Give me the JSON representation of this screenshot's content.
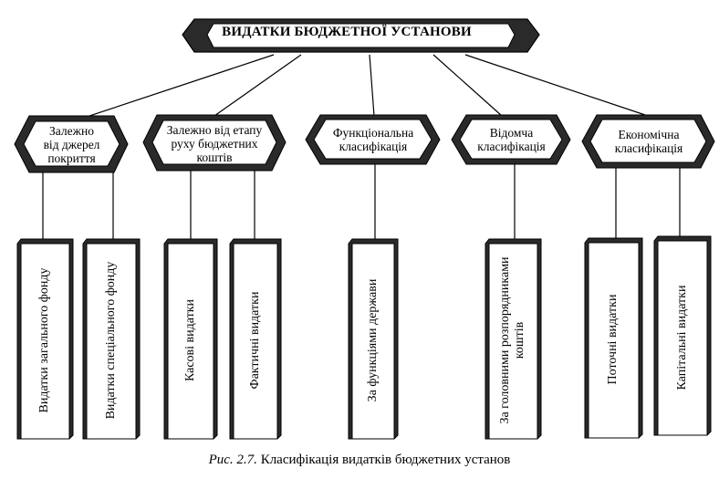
{
  "diagram": {
    "root": "ВИДАТКИ БЮДЖЕТНОЇ УСТАНОВИ",
    "categories": [
      {
        "label_lines": [
          "Залежно",
          "від джерел",
          "покриття"
        ],
        "leaves": [
          "Видатки загального фонду",
          "Видатки спеціального фонду"
        ]
      },
      {
        "label_lines": [
          "Залежно від етапу",
          "руху бюджетних",
          "коштів"
        ],
        "leaves": [
          "Касові видатки",
          "Фактичні видатки"
        ]
      },
      {
        "label_lines": [
          "Функціональна",
          "класифікація"
        ],
        "leaves": [
          "За функціями держави"
        ]
      },
      {
        "label_lines": [
          "Відомча",
          "класифікація"
        ],
        "leaves": [
          "За головними розпорядниками коштів"
        ]
      },
      {
        "label_lines": [
          "Економічна",
          "класифікація"
        ],
        "leaves": [
          "Поточні видатки",
          "Капітальні видатки"
        ]
      }
    ],
    "caption_prefix": "Рис. 2.7.",
    "caption_text": "Класифікація видатків бюджетних установ"
  },
  "colors": {
    "line": "#000000",
    "shade": "#2a2a2a",
    "fill": "#ffffff"
  }
}
